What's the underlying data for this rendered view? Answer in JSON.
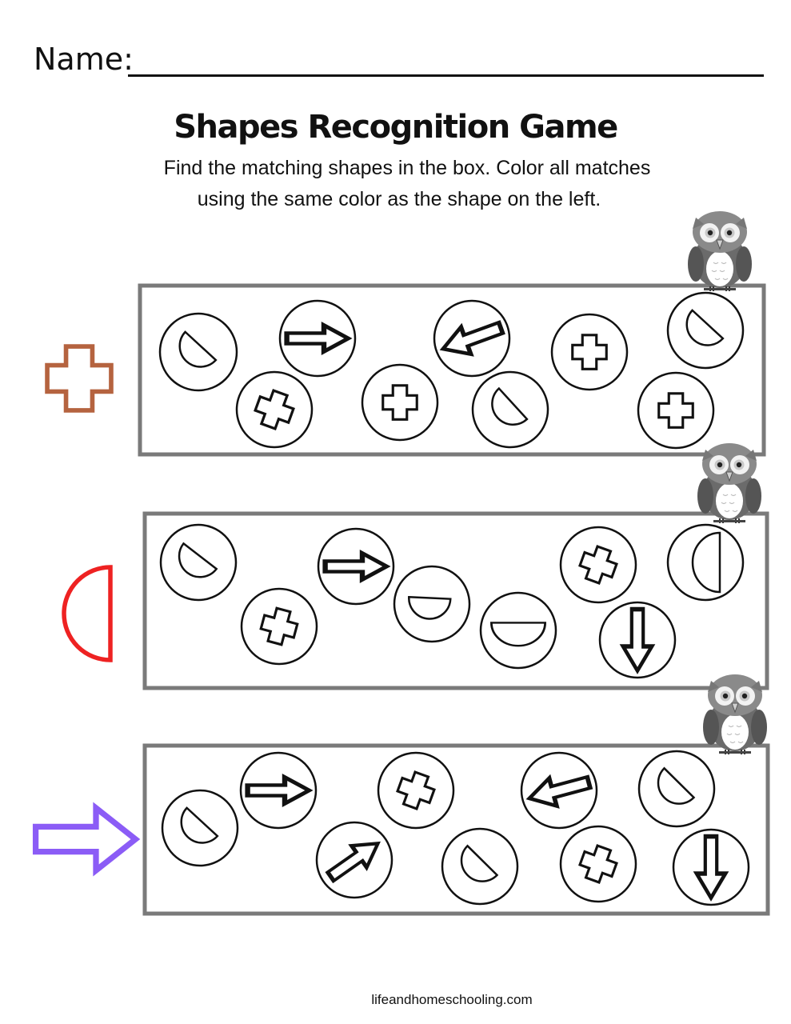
{
  "header": {
    "name_label": "Name:",
    "title": "Shapes Recognition Game",
    "instructions_line1": "Find the matching shapes in the box. Color all matches",
    "instructions_line2": "using the same color as the shape on the left."
  },
  "rows": [
    {
      "target_shape": "cross-icon",
      "target_color": "#b5633f",
      "items": [
        "half-circle-icon",
        "arrow-right-icon",
        "cross-icon",
        "cross-icon",
        "arrow-left-icon",
        "half-circle-icon",
        "cross-icon",
        "half-circle-icon",
        "cross-icon"
      ]
    },
    {
      "target_shape": "half-circle-icon",
      "target_color": "#ee2222",
      "items": [
        "half-circle-icon",
        "cross-icon",
        "arrow-right-icon",
        "half-circle-icon",
        "half-circle-icon",
        "cross-icon",
        "arrow-down-icon",
        "half-circle-icon"
      ]
    },
    {
      "target_shape": "arrow-right-icon",
      "target_color": "#8b5cf6",
      "items": [
        "half-circle-icon",
        "arrow-right-icon",
        "arrow-right-icon",
        "cross-icon",
        "half-circle-icon",
        "arrow-left-icon",
        "cross-icon",
        "half-circle-icon",
        "arrow-down-icon"
      ]
    }
  ],
  "decorations": [
    "owl-icon",
    "owl-icon",
    "owl-icon"
  ],
  "footer": {
    "site": "lifeandhomeschooling.com"
  }
}
